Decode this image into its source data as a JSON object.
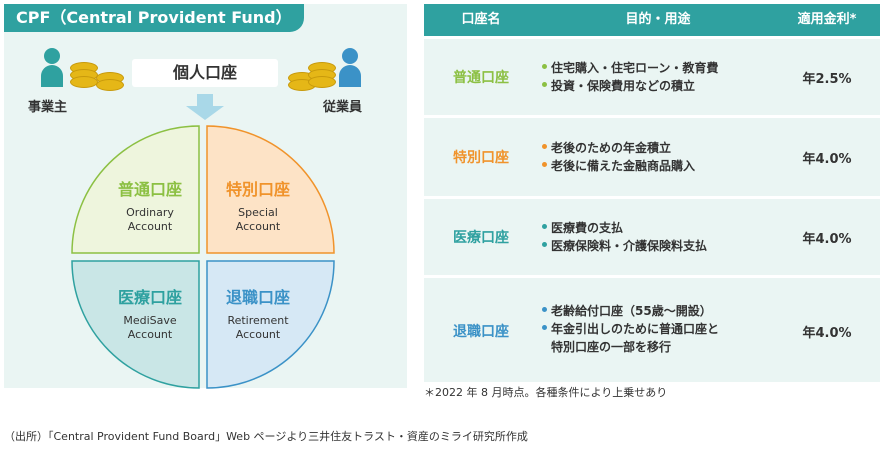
{
  "left": {
    "title": "CPF（Central Provident Fund）",
    "employer_label": "事業主",
    "employee_label": "従業員",
    "personal_account": "個人口座"
  },
  "quadrants": [
    {
      "name": "普通口座",
      "en1": "Ordinary",
      "en2": "Account",
      "color": "#8cc043"
    },
    {
      "name": "特別口座",
      "en1": "Special",
      "en2": "Account",
      "color": "#f0932b"
    },
    {
      "name": "医療口座",
      "en1": "MediSave",
      "en2": "Account",
      "color": "#2fa1a0"
    },
    {
      "name": "退職口座",
      "en1": "Retirement",
      "en2": "Account",
      "color": "#3b92c7"
    }
  ],
  "table": {
    "headers": [
      "口座名",
      "目的・用途",
      "適用金利*"
    ],
    "rows": [
      {
        "name": "普通口座",
        "purposes": [
          "住宅購入・住宅ローン・教育費",
          "投資・保険費用などの積立"
        ],
        "rate": "年2.5%",
        "color": "#8cc043"
      },
      {
        "name": "特別口座",
        "purposes": [
          "老後のための年金積立",
          "老後に備えた金融商品購入"
        ],
        "rate": "年4.0%",
        "color": "#f0932b"
      },
      {
        "name": "医療口座",
        "purposes": [
          "医療費の支払",
          "医療保険料・介護保険料支払"
        ],
        "rate": "年4.0%",
        "color": "#2fa1a0"
      },
      {
        "name": "退職口座",
        "purposes": [
          "老齢給付口座（55歳～開設）",
          "年金引出しのために普通口座と",
          "特別口座の一部を移行"
        ],
        "rate": "年4.0%",
        "color": "#3b92c7"
      }
    ]
  },
  "note": "＊2022 年 8 月時点。各種条件により上乗せあり",
  "source": "（出所）「Central Provident Fund Board」Web ページより三井住友トラスト・資産のミライ研究所作成"
}
